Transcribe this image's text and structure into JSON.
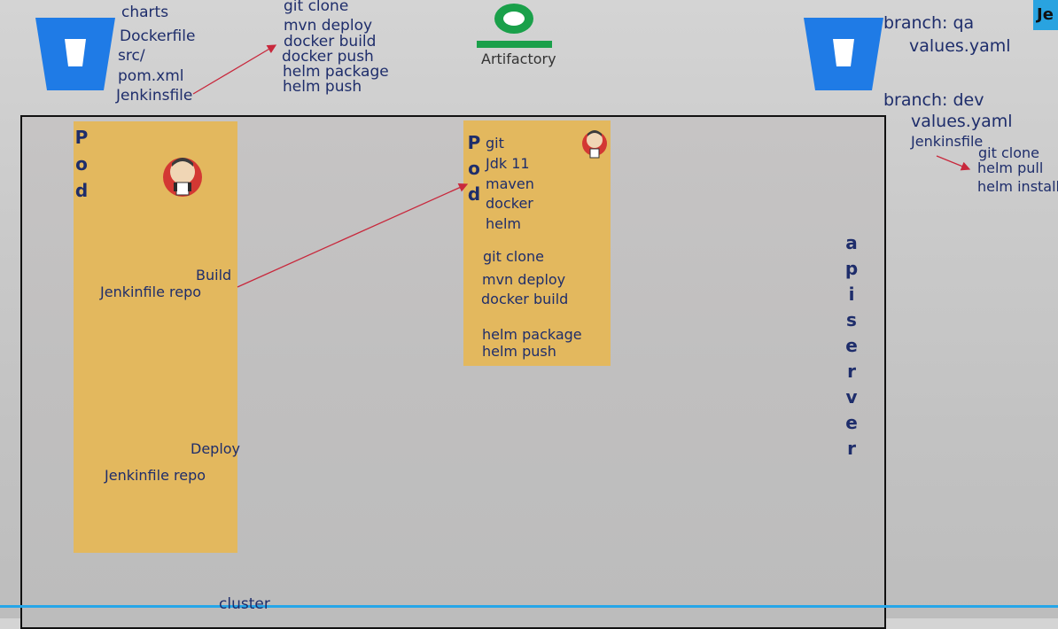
{
  "repo_left": {
    "files": [
      "charts",
      "Dockerfile",
      "src/",
      "pom.xml",
      "Jenkinsfile"
    ]
  },
  "ci_steps": [
    "git clone",
    "mvn deploy",
    "docker build",
    "docker push",
    "helm package",
    "helm push"
  ],
  "artifactory": {
    "label": "Artifactory"
  },
  "repo_right": {
    "branch_qa": "branch: qa",
    "qa_values": "values.yaml",
    "branch_dev": "branch: dev",
    "dev_values": "values.yaml",
    "jenkinsfile": "Jenkinsfile",
    "cd_steps": [
      "git clone",
      "helm pull",
      "helm install"
    ]
  },
  "jenkins_tab": {
    "label": "Je"
  },
  "pod_master": {
    "label_letters": [
      "P",
      "o",
      "d"
    ],
    "build": "Build",
    "build_repo": "Jenkinfile repo",
    "deploy": "Deploy",
    "deploy_repo": "Jenkinfile repo"
  },
  "pod_agent": {
    "label_letters": [
      "P",
      "o",
      "d"
    ],
    "tools": [
      "git",
      "Jdk 11",
      "maven",
      "docker",
      "helm"
    ],
    "steps_a": [
      "git clone",
      "mvn deploy",
      "docker build"
    ],
    "steps_b": [
      "helm package",
      "helm push"
    ]
  },
  "api_server": {
    "letters": [
      "a",
      "p",
      "i",
      "s",
      "e",
      "r",
      "v",
      "e",
      "r"
    ]
  },
  "cluster": {
    "label": "cluster"
  },
  "colors": {
    "pod_fill": "#e3b85e",
    "bucket_blue": "#1f7be6",
    "artifactory_green": "#1aa04a",
    "arrow_red": "#c8283c",
    "text_navy": "#1e2d6b",
    "bottom_line": "#26a6e8"
  }
}
